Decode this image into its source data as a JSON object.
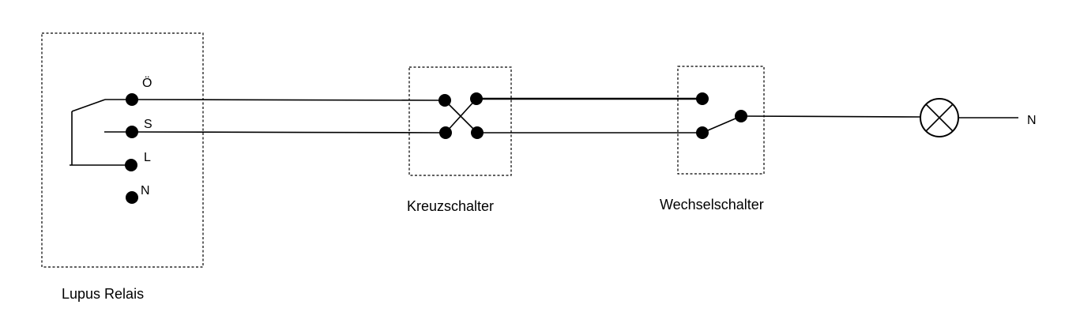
{
  "colors": {
    "line": "#000000",
    "background": "#ffffff"
  },
  "relay": {
    "label": "Lupus Relais",
    "terminals": [
      {
        "label": "Ö"
      },
      {
        "label": "S"
      },
      {
        "label": "L"
      },
      {
        "label": "N"
      }
    ]
  },
  "cross_switch": {
    "label": "Kreuzschalter"
  },
  "changeover_switch": {
    "label": "Wechselschalter"
  },
  "lamp": {
    "icon": "lamp-circle-cross-icon"
  },
  "neutral": {
    "label": "N"
  }
}
